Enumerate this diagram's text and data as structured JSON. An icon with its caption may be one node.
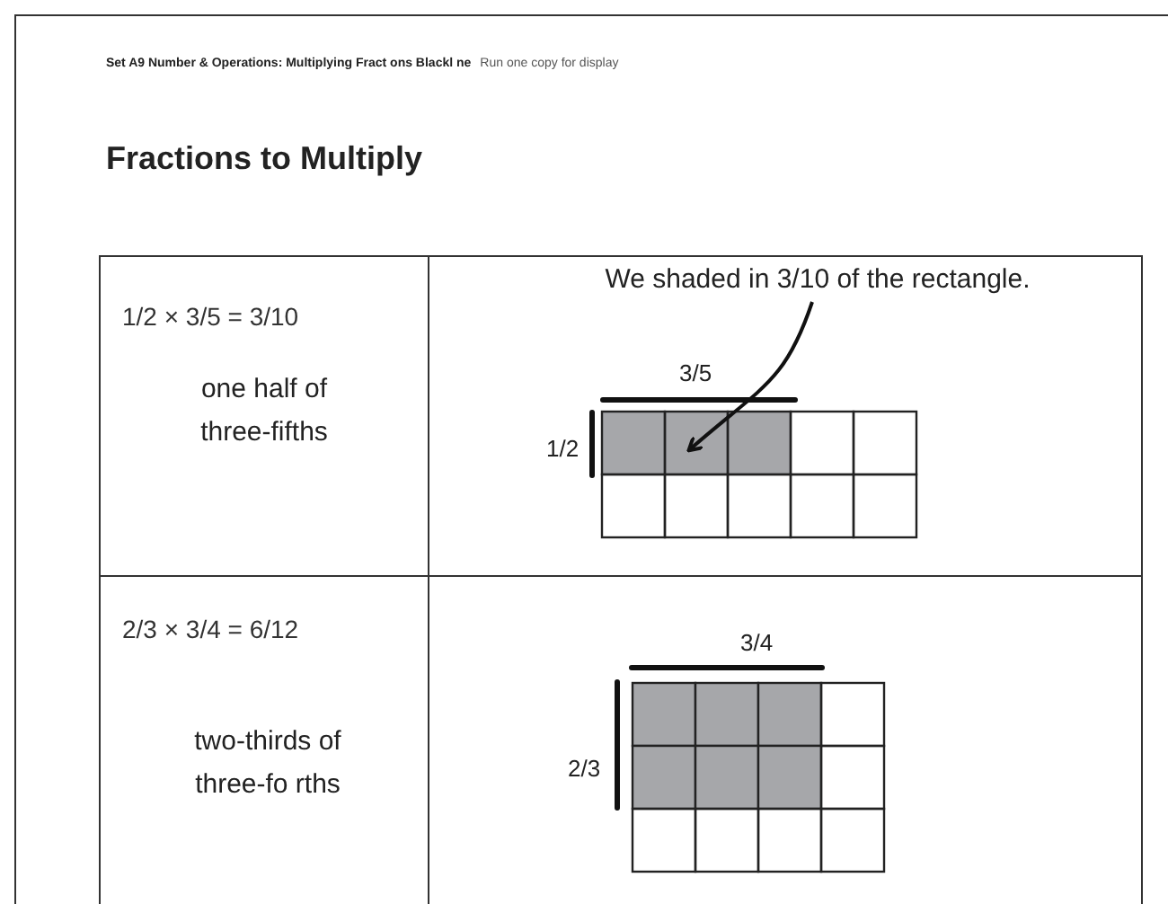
{
  "diagram": {
    "title": "Fractions to Multiply",
    "nodes": [
      {
        "text": [
          "We shaded in 3/10 of the rectangle."
        ]
      },
      {
        "text": [],
        "shape": "box"
      }
    ],
    "edges": [
      {
        "from": 0,
        "to": 1,
        "arrow": "to"
      }
    ],
    "labels": [
      "Set A9 Number & Operations: Multiplying Fract ons Blackl ne",
      "Run one copy for display",
      "1/2 × 3/5 = 3/10",
      "one half of three-fifths",
      "3/5",
      "1/2",
      "2/3 × 3/4 = 6/12",
      "two-thirds of three-fo rths",
      "3/4",
      "2/3"
    ]
  }
}
